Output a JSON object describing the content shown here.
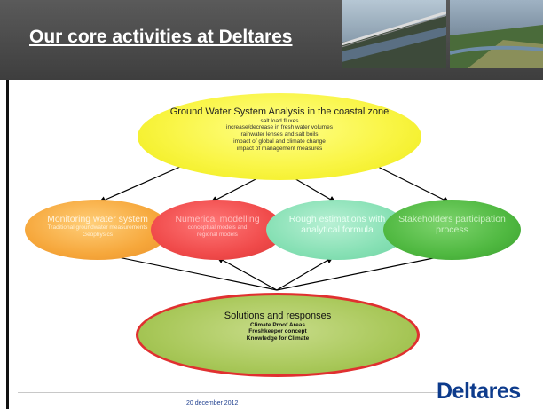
{
  "header": {
    "title": "Our core activities at Deltares"
  },
  "diagram": {
    "top_node": {
      "title": "Ground Water System Analysis in the coastal zone",
      "items": [
        "salt load fluxes",
        "increase/decrease in fresh water volumes",
        "rainwater lenses and salt boils",
        "impact of global and climate change",
        "impact of management measures"
      ]
    },
    "middle_nodes": [
      {
        "title": "Monitoring water system",
        "items": [
          "Traditional groundwater measurements",
          "Geophysics"
        ]
      },
      {
        "title": "Numerical modelling",
        "items": [
          "conceptual models and",
          "regional models"
        ]
      },
      {
        "title": "Rough estimations with",
        "items": [
          "analytical formula"
        ]
      },
      {
        "title": "Stakeholders participation",
        "items": [
          "process"
        ]
      }
    ],
    "bottom_node": {
      "title": "Solutions and responses",
      "items": [
        "Climate Proof Areas",
        "Freshkeeper concept",
        "Knowledge for Climate"
      ]
    }
  },
  "footer": {
    "date": "20 december 2012",
    "logo": "Deltares"
  },
  "colors": {
    "top_node": "#f7f347",
    "monitoring": "#f6a73b",
    "numerical": "#f04a4a",
    "rough": "#86e0b4",
    "stakeholders": "#4fb840",
    "solutions": "#a9c85a",
    "solutions_border": "#e03030",
    "logo": "#0d3b8c"
  }
}
